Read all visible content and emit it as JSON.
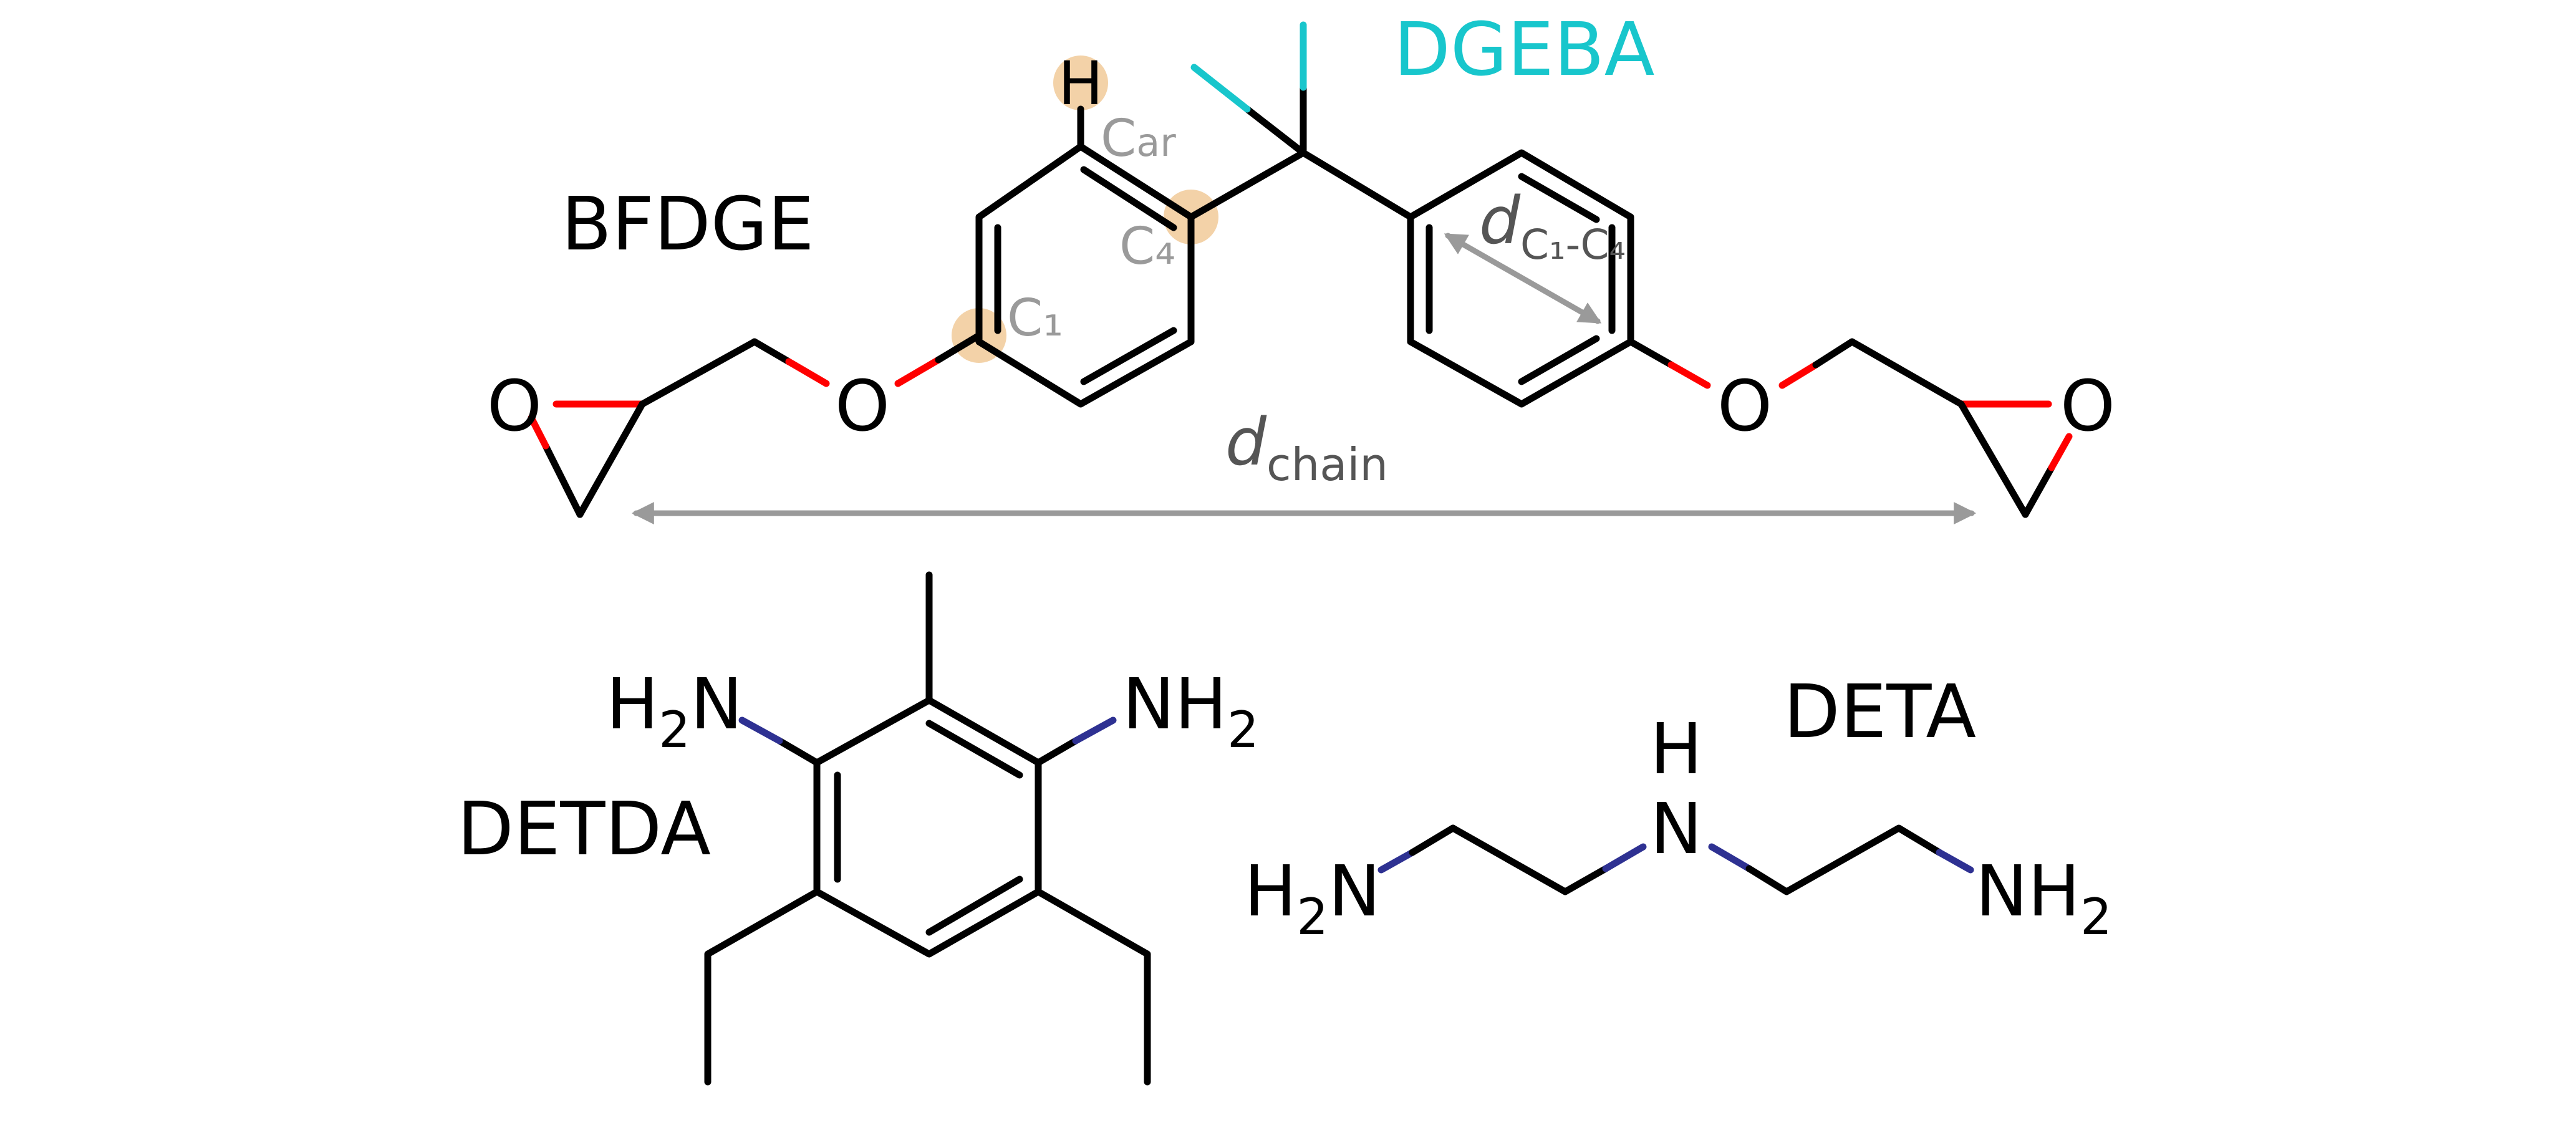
{
  "labels": {
    "bfdge": "BFDGE",
    "dgeba": "DGEBA",
    "detda": "DETDA",
    "deta": "DETA"
  },
  "atoms": {
    "O": "O",
    "N": "N",
    "H": "H",
    "NH": "NH",
    "H2N_H": "H",
    "H2N_N": "N",
    "sub2": "2"
  },
  "annotations": {
    "c_ar": "C",
    "c_ar_sub": "ar",
    "c4": "C₄",
    "c1": "C₁",
    "d_ring_d": "d",
    "d_ring_sub": "C₁-C₄",
    "d_chain_d": "d",
    "d_chain_sub": "chain"
  },
  "colors": {
    "bond": "#000000",
    "oxygen_bond": "#ff0000",
    "nitrogen_bond": "#2e3192",
    "dgeba_accent": "#18c6cc",
    "annotation": "#9a9a9a",
    "highlight": "#f3d2a8",
    "highlight_dark": "#c68a1a"
  }
}
